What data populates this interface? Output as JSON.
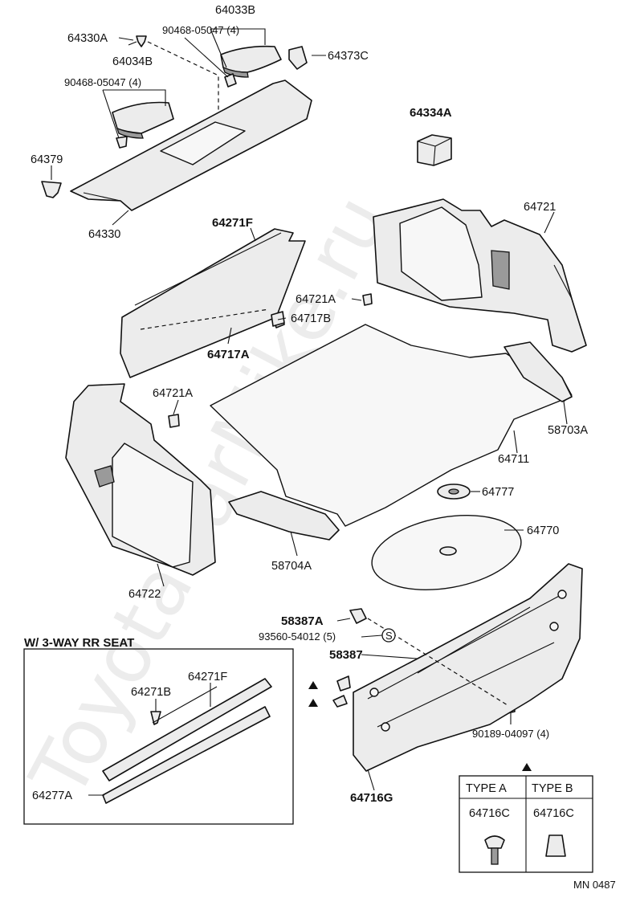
{
  "labels": {
    "p64033B": "64033B",
    "p64330A": "64330A",
    "p90468_top": "90468-05047 (4)",
    "p64034B": "64034B",
    "p90468_left": "90468-05047 (4)",
    "p64373C": "64373C",
    "p64334A": "64334A",
    "p64379": "64379",
    "p64330": "64330",
    "p64271F": "64271F",
    "p64721": "64721",
    "p64721A_r": "64721A",
    "p64717B": "64717B",
    "p64717A": "64717A",
    "p64721A_l": "64721A",
    "p58703A": "58703A",
    "p64711": "64711",
    "p64777": "64777",
    "p64770": "64770",
    "p58704A": "58704A",
    "p64722": "64722",
    "p58387A": "58387A",
    "p93560": "93560-54012 (5)",
    "p58387": "58387",
    "p90189": "90189-04097 (4)",
    "p64716G": "64716G",
    "p64271B": "64271B",
    "p64271F_inset": "64271F",
    "p64277A": "64277A"
  },
  "inset": {
    "title": "W/ 3-WAY RR SEAT"
  },
  "legend": {
    "type_a": "TYPE A",
    "type_b": "TYPE B",
    "part_a": "64716C",
    "part_b": "64716C"
  },
  "s_marker": "S",
  "footer": {
    "code": "MN 0487"
  },
  "watermark": "ToyotaCarMike.ru",
  "colors": {
    "ink": "#111111",
    "fill": "#ececec",
    "shade": "#9a9a9a",
    "watermark": "#bdbdbd"
  },
  "icons": [
    "triangle-marker-icon",
    "s-circle-marker-icon",
    "clip-icon",
    "bolt-icon"
  ]
}
